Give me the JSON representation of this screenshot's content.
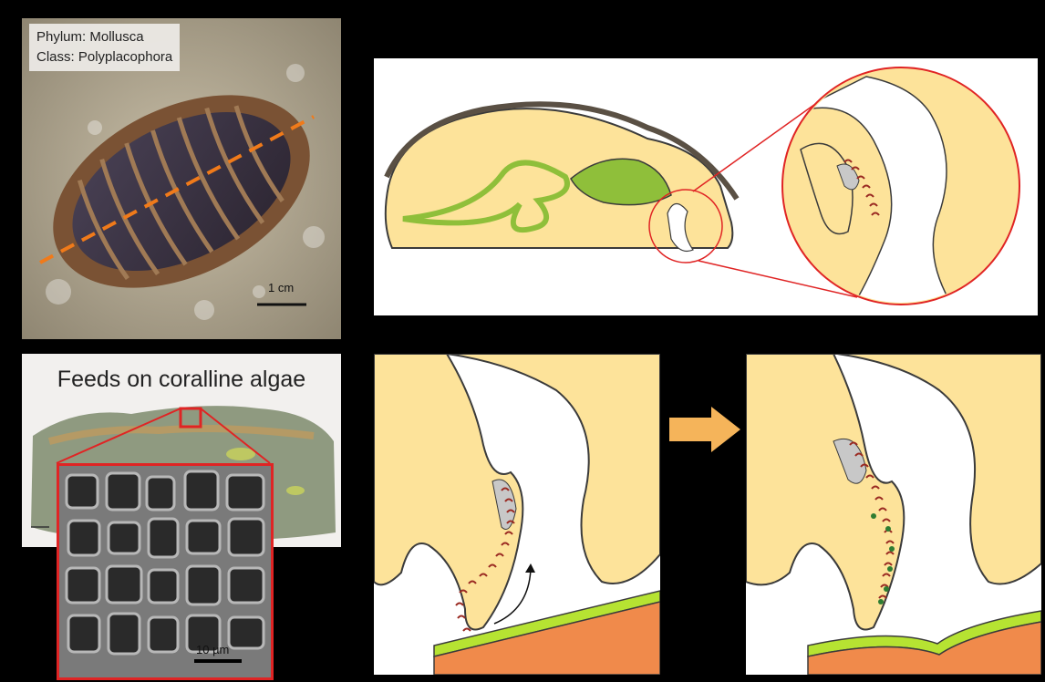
{
  "chiton_photo": {
    "phylum_label": "Phylum: Mollusca",
    "class_label": "Class: Polyplacophora",
    "scale_label": "1 cm"
  },
  "algae_photo": {
    "title": "Feeds on coralline algae"
  },
  "sem_inset": {
    "scale_label": "10 µm"
  },
  "colors": {
    "background": "#000000",
    "tissue": "#fde39a",
    "gut": "#8fbf3a",
    "shell": "#5a5044",
    "zoom_outline": "#e02424",
    "teeth": "#9a2a22",
    "algae_layer": "#b6e332",
    "substrate": "#f08a4b",
    "arrow": "#f5b45a",
    "dashed_line": "#f07a1a"
  }
}
